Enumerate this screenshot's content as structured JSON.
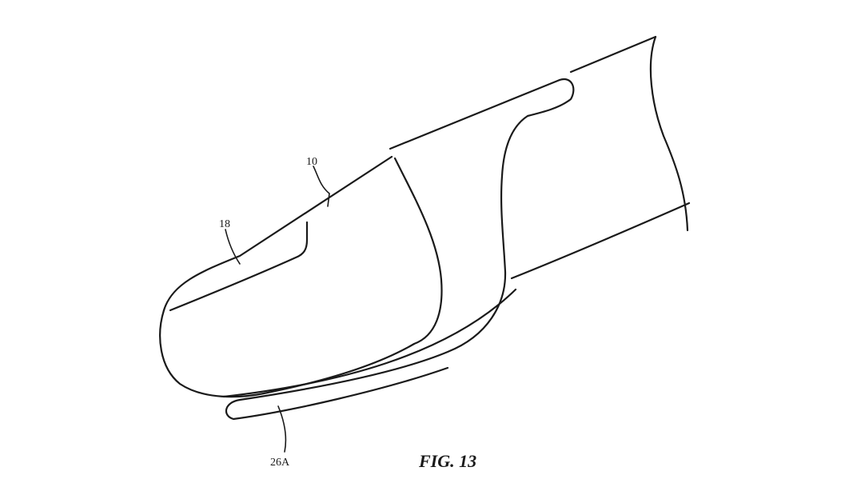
{
  "figure": {
    "caption": "FIG. 13",
    "reference_labels": {
      "device": "10",
      "nail": "18",
      "strip": "26A"
    },
    "line_color": "#1a1a1a",
    "background_color": "#ffffff"
  }
}
